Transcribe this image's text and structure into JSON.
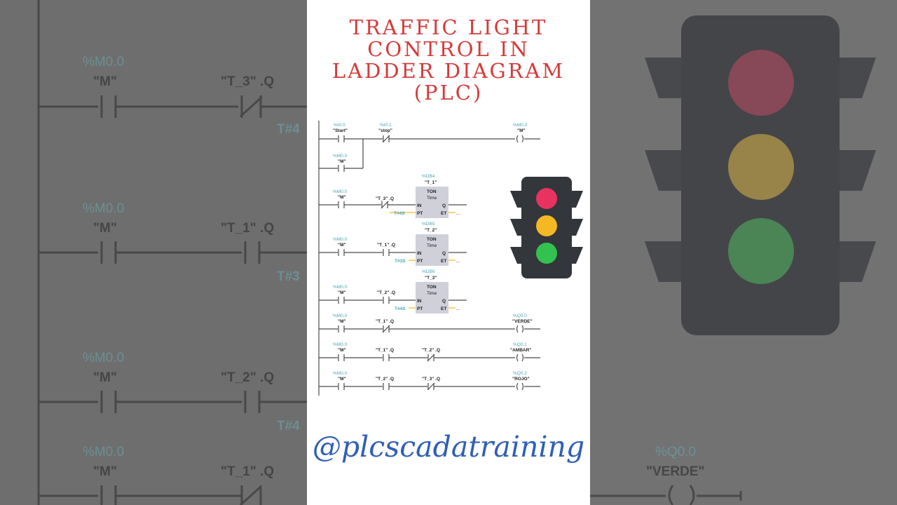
{
  "title": {
    "lines": [
      "TRAFFIC LIGHT",
      "CONTROL IN",
      "LADDER DIAGRAM",
      "(PLC)"
    ]
  },
  "handle": "@plcscadatraining",
  "colors": {
    "title": "#d63a3a",
    "handle": "#2f5fb5",
    "address": "#4aa6b5",
    "timer_box": "#cfd0da",
    "light_red": "#e8325f",
    "light_yellow": "#f3b824",
    "light_green": "#33c24f",
    "light_body": "#33363b"
  },
  "ladder": {
    "rung1": {
      "c1": {
        "addr": "%I0.0",
        "tag": "\"Start\""
      },
      "c2": {
        "addr": "%I0.1",
        "tag": "\"stop\""
      },
      "coil": {
        "addr": "%M0.0",
        "tag": "\"M\""
      },
      "branch": {
        "addr": "%M0.0",
        "tag": "\"M\""
      }
    },
    "rung2": {
      "c1": {
        "addr": "%M0.0",
        "tag": "\"M\""
      },
      "c2": {
        "tag": "\"T_3\" .Q"
      },
      "timer": {
        "db": "%DB4",
        "name": "\"T_1\"",
        "type": "TON",
        "unit": "Time",
        "in": "IN",
        "q": "Q",
        "pt": "PT",
        "et": "ET",
        "preset": "T#4S",
        "et_val": "..."
      }
    },
    "rung3": {
      "c1": {
        "addr": "%M0.0",
        "tag": "\"M\""
      },
      "c2": {
        "tag": "\"T_1\" .Q"
      },
      "timer": {
        "db": "%DB5",
        "name": "\"T_2\"",
        "type": "TON",
        "unit": "Time",
        "in": "IN",
        "q": "Q",
        "pt": "PT",
        "et": "ET",
        "preset": "T#3S",
        "et_val": "..."
      }
    },
    "rung4": {
      "c1": {
        "addr": "%M0.0",
        "tag": "\"M\""
      },
      "c2": {
        "tag": "\"T_2\" .Q"
      },
      "timer": {
        "db": "%DB6",
        "name": "\"T_3\"",
        "type": "TON",
        "unit": "Time",
        "in": "IN",
        "q": "Q",
        "pt": "PT",
        "et": "ET",
        "preset": "T#4S",
        "et_val": "..."
      }
    },
    "rung5": {
      "c1": {
        "addr": "%M0.0",
        "tag": "\"M\""
      },
      "c2": {
        "tag": "\"T_1\" .Q"
      },
      "coil": {
        "addr": "%Q0.0",
        "tag": "\"VERDE\""
      }
    },
    "rung6": {
      "c1": {
        "addr": "%M0.0",
        "tag": "\"M\""
      },
      "c2": {
        "tag": "\"T_1\" .Q"
      },
      "c3": {
        "tag": "\"T_2\" .Q"
      },
      "coil": {
        "addr": "%Q0.1",
        "tag": "\"AMBAR\""
      }
    },
    "rung7": {
      "c1": {
        "addr": "%M0.0",
        "tag": "\"M\""
      },
      "c2": {
        "tag": "\"T_2\" .Q"
      },
      "c3": {
        "tag": "\"T_3\" .Q"
      },
      "coil": {
        "addr": "%Q0.2",
        "tag": "\"ROJO\""
      }
    }
  },
  "background": {
    "left": [
      {
        "addr": "%M0.0",
        "tag": "\"M\"",
        "c2": "\"T_3\" .Q",
        "preset": "T#4"
      },
      {
        "addr": "%M0.0",
        "tag": "\"M\"",
        "c2": "\"T_1\" .Q",
        "preset": "T#3"
      },
      {
        "addr": "%M0.0",
        "tag": "\"M\"",
        "c2": "\"T_2\" .Q",
        "preset": "T#4"
      },
      {
        "addr": "%M0.0",
        "tag": "\"M\"",
        "c2": "\"T_1\" .Q"
      }
    ],
    "right_coil": {
      "addr": "%Q0.0",
      "tag": "\"VERDE\""
    }
  }
}
